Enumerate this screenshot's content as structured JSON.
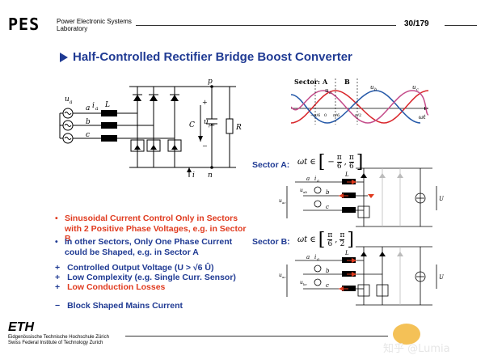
{
  "header": {
    "logo": "PES",
    "lab_line1": "Power Electronic Systems",
    "lab_line2": "Laboratory",
    "page_number": "30/179"
  },
  "title": "Half-Controlled Rectifier Bridge Boost Converter",
  "circuit": {
    "ua": "u",
    "ua_sub": "a",
    "a": "a",
    "ia": "i",
    "ia_sub": "a",
    "L": "L",
    "b": "b",
    "c": "c",
    "p": "p",
    "n": "n",
    "C": "C",
    "upn": "u",
    "upn_sub": "pn",
    "R": "R",
    "i": "i",
    "plus": "+",
    "minus": "−"
  },
  "waveform": {
    "sector_label": "Sector:",
    "sector_a": "A",
    "sector_b": "B",
    "ua": "u",
    "ua_sub": "a",
    "ub": "u",
    "ub_sub": "b",
    "uc": "u",
    "uc_sub": "c",
    "xlabel": "ωt",
    "tick_neg_pi6": "−π/6",
    "tick_0": "0",
    "tick_pi6": "π/6",
    "tick_pi2": "π/2"
  },
  "bullets": [
    {
      "symbol": "•",
      "lines": [
        "Sinusoidal Current Control Only in Sectors",
        "with 2 Positive Phase Voltages, e.g. in Sector B"
      ],
      "color": "#e03a1e"
    },
    {
      "symbol": "•",
      "lines": [
        "In other Sectors, Only One Phase Current",
        "could be Shaped, e.g. in Sector A"
      ],
      "color": "#1f3a93"
    }
  ],
  "pluses": [
    {
      "symbol": "+",
      "text": "Controlled Output Voltage (U > √6 Û)",
      "color": "#1f3a93"
    },
    {
      "symbol": "+",
      "text": "Low Complexity (e.g. Single Curr. Sensor)",
      "color": "#1f3a93"
    },
    {
      "symbol": "+",
      "text": "Low Conduction Losses",
      "color": "#e03a1e"
    }
  ],
  "minus": {
    "symbol": "−",
    "text": "Block Shaped Mains Current",
    "color": "#1f3a93"
  },
  "sector_a": {
    "label": "Sector A:",
    "formula_prefix": "ωt ∈",
    "left_num": "π",
    "left_den": "6",
    "left_sign": "−",
    "right_num": "π",
    "right_den": "6"
  },
  "sector_b": {
    "label": "Sector B:",
    "formula_prefix": "ωt ∈",
    "left_num": "π",
    "left_den": "6",
    "right_num": "π",
    "right_den": "2"
  },
  "small_circuit": {
    "a": "a",
    "b": "b",
    "c": "c",
    "ia": "i",
    "ia_sub": "a",
    "L": "L",
    "uab": "u",
    "uab_sub": "ab",
    "uac": "u",
    "uac_sub": "ac",
    "ubc": "u",
    "ubc_sub": "bc",
    "U": "U"
  },
  "footer": {
    "logo": "ETH",
    "line1": "Eidgenössische Technische Hochschule Zürich",
    "line2": "Swiss Federal Institute of Technology Zurich",
    "watermark": "知乎 @Lumia"
  },
  "colors": {
    "accent_blue": "#1f3a93",
    "accent_red": "#e03a1e",
    "wave_red": "#d9262b",
    "wave_blue": "#2458a8",
    "wave_pink": "#c44c8a"
  }
}
